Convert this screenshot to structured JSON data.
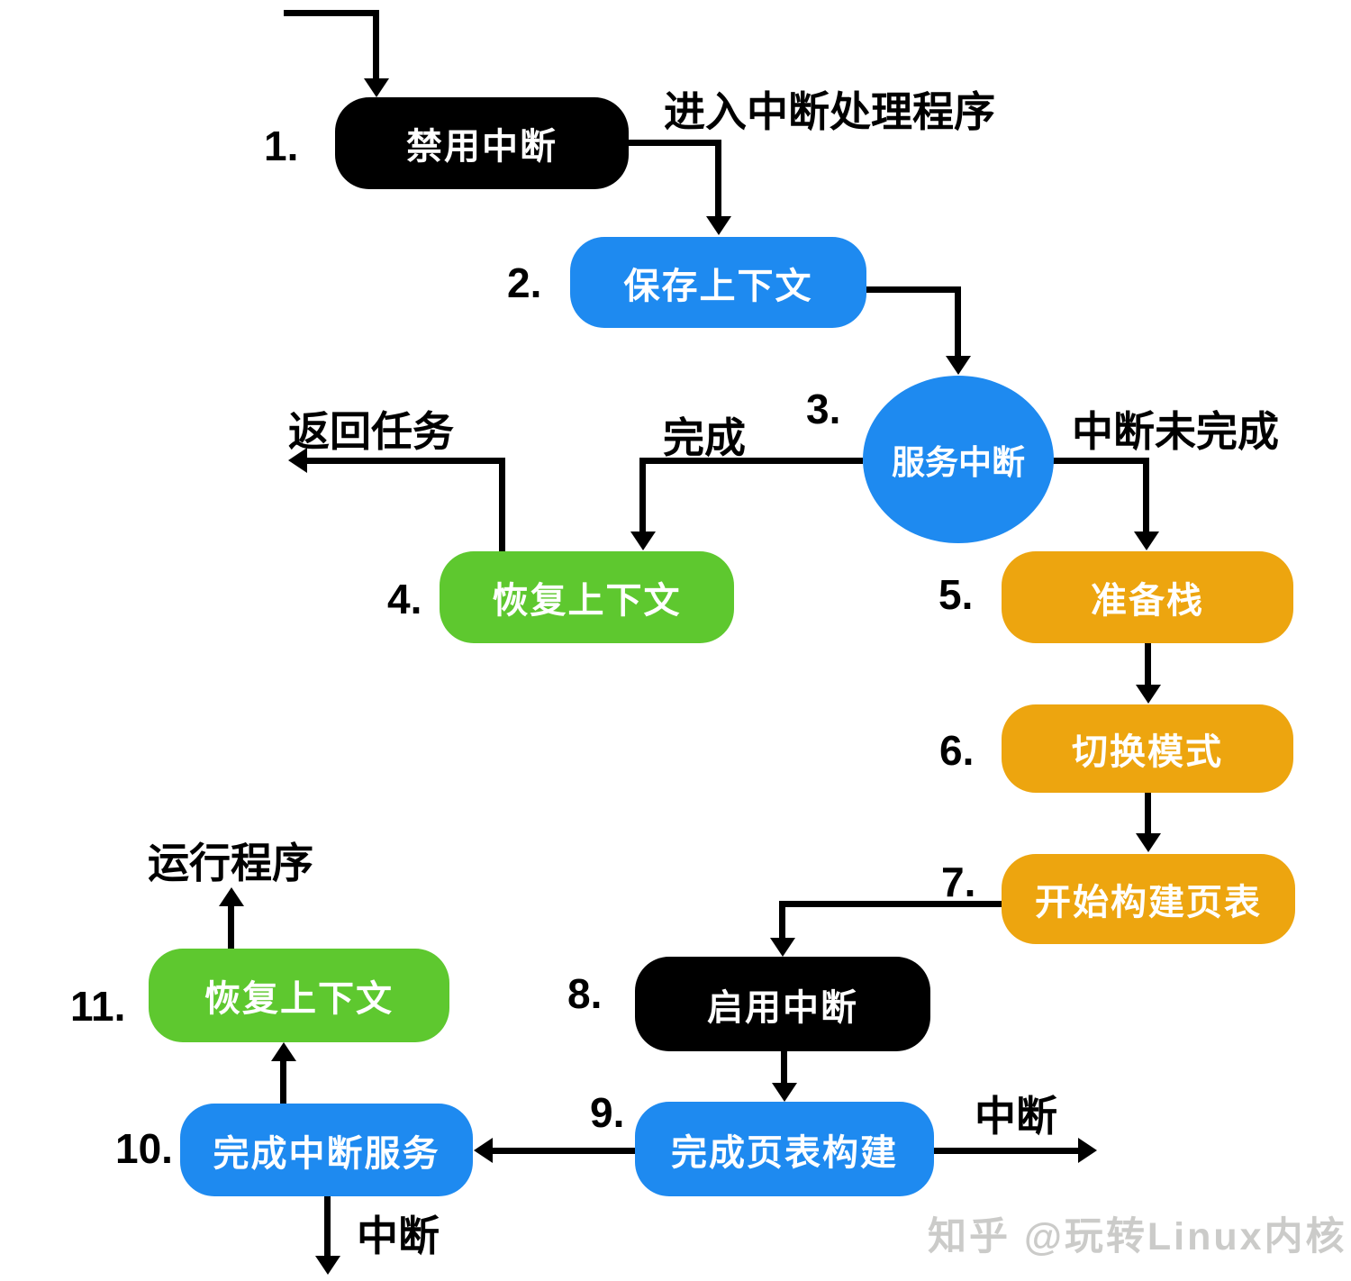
{
  "diagram": {
    "title_hint": "interrupt-handling-flowchart",
    "colors": {
      "black": "#000000",
      "blue": "#1E8AF0",
      "green": "#5EC82F",
      "orange": "#EDA50F",
      "line": "#000000",
      "watermark_gray": "#CBCBC9"
    },
    "nodes": [
      {
        "num": "1.",
        "label": "禁用中断",
        "shape": "rounded-rect",
        "color": "black"
      },
      {
        "num": "2.",
        "label": "保存上下文",
        "shape": "rounded-rect",
        "color": "blue"
      },
      {
        "num": "3.",
        "label": "服务中断",
        "shape": "ellipse",
        "color": "blue"
      },
      {
        "num": "4.",
        "label": "恢复上下文",
        "shape": "rounded-rect",
        "color": "green"
      },
      {
        "num": "5.",
        "label": "准备栈",
        "shape": "rounded-rect",
        "color": "orange"
      },
      {
        "num": "6.",
        "label": "切换模式",
        "shape": "rounded-rect",
        "color": "orange"
      },
      {
        "num": "7.",
        "label": "开始构建页表",
        "shape": "rounded-rect",
        "color": "orange"
      },
      {
        "num": "8.",
        "label": "启用中断",
        "shape": "rounded-rect",
        "color": "black"
      },
      {
        "num": "9.",
        "label": "完成页表构建",
        "shape": "rounded-rect",
        "color": "blue"
      },
      {
        "num": "10.",
        "label": "完成中断服务",
        "shape": "rounded-rect",
        "color": "blue"
      },
      {
        "num": "11.",
        "label": "恢复上下文",
        "shape": "rounded-rect",
        "color": "green"
      }
    ],
    "edge_labels": {
      "enter_handler": "进入中断处理程序",
      "return_task": "返回任务",
      "done": "完成",
      "interrupt_not_done": "中断未完成",
      "run_program": "运行程序",
      "interrupt_right": "中断",
      "interrupt_bottom": "中断"
    },
    "watermark": "知乎 @玩转Linux内核"
  }
}
